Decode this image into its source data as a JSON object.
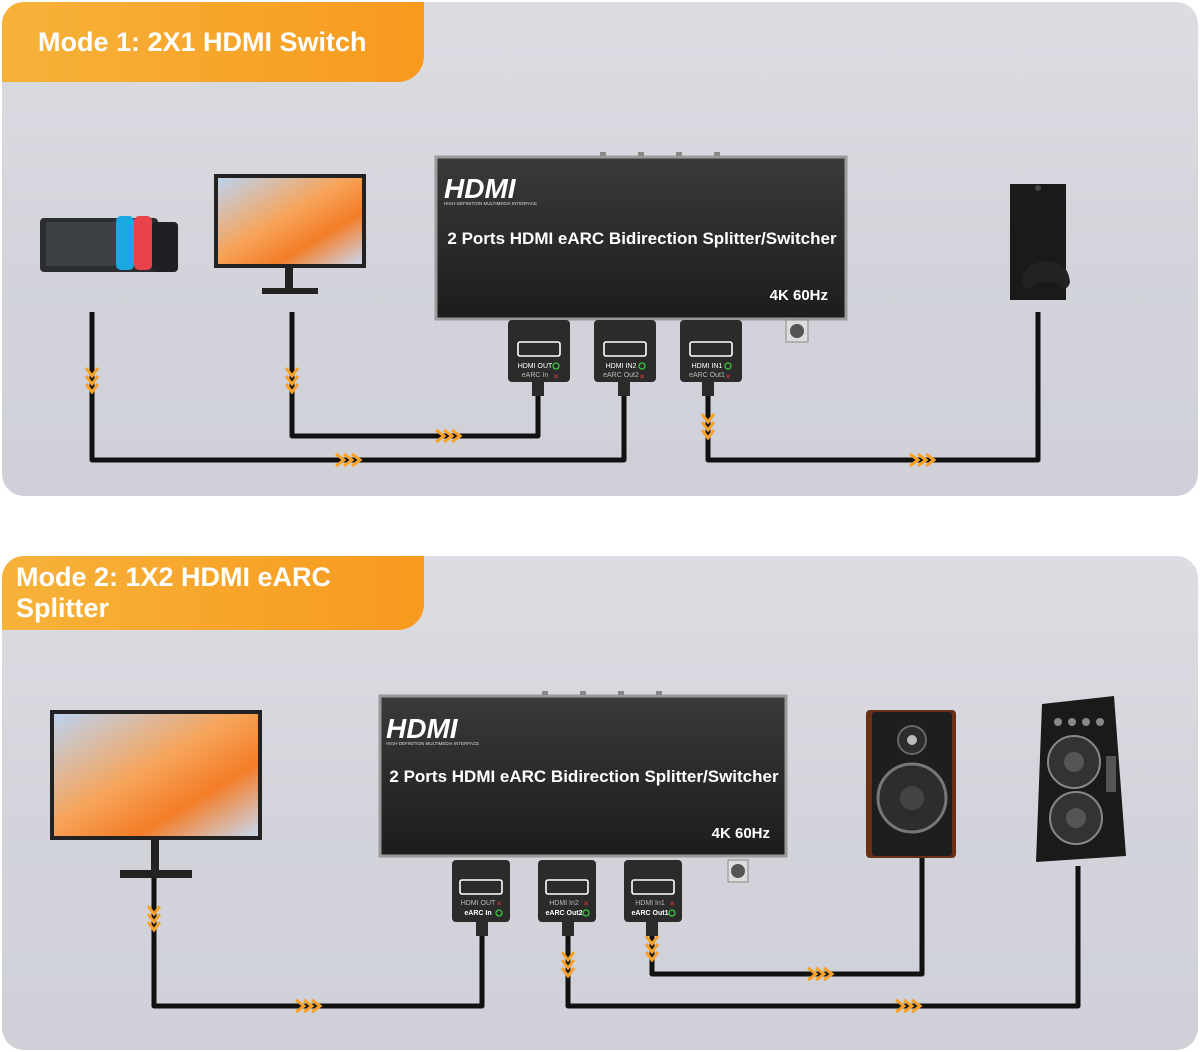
{
  "mode1": {
    "title": "Mode 1: 2X1 HDMI Switch",
    "device": {
      "logo": "HDMI",
      "logo_sub": "HIGH-DEFINITION MULTIMEDIA INTERFACE",
      "name": "2 Ports HDMI eARC Bidirection Splitter/Switcher",
      "spec": "4K 60Hz"
    },
    "ports": [
      {
        "line1": "HDMI OUT",
        "line2": "eARC In"
      },
      {
        "line1": "HDMI IN2",
        "line2": "eARC Out2"
      },
      {
        "line1": "HDMI IN1",
        "line2": "eARC Out1"
      }
    ],
    "sources": [
      "game-console",
      "monitor",
      "xbox-console"
    ]
  },
  "mode2": {
    "title": "Mode 2: 1X2 HDMI eARC Splitter",
    "device": {
      "logo": "HDMI",
      "logo_sub": "HIGH-DEFINITION MULTIMEDIA INTERFACE",
      "name": "2 Ports HDMI eARC Bidirection Splitter/Switcher",
      "spec": "4K 60Hz"
    },
    "ports": [
      {
        "line1": "HDMI OUT",
        "line2": "eARC In"
      },
      {
        "line1": "HDMI In2",
        "line2": "eARC Out2"
      },
      {
        "line1": "HDMI In1",
        "line2": "eARC Out1"
      }
    ],
    "sinks": [
      "monitor",
      "bookshelf-speaker",
      "pa-speaker"
    ]
  },
  "colors": {
    "accent": "#f7a22a",
    "device": "#2a2a2a",
    "cable": "#111111",
    "check": "#3cc43c",
    "cross": "#e23b3b"
  }
}
